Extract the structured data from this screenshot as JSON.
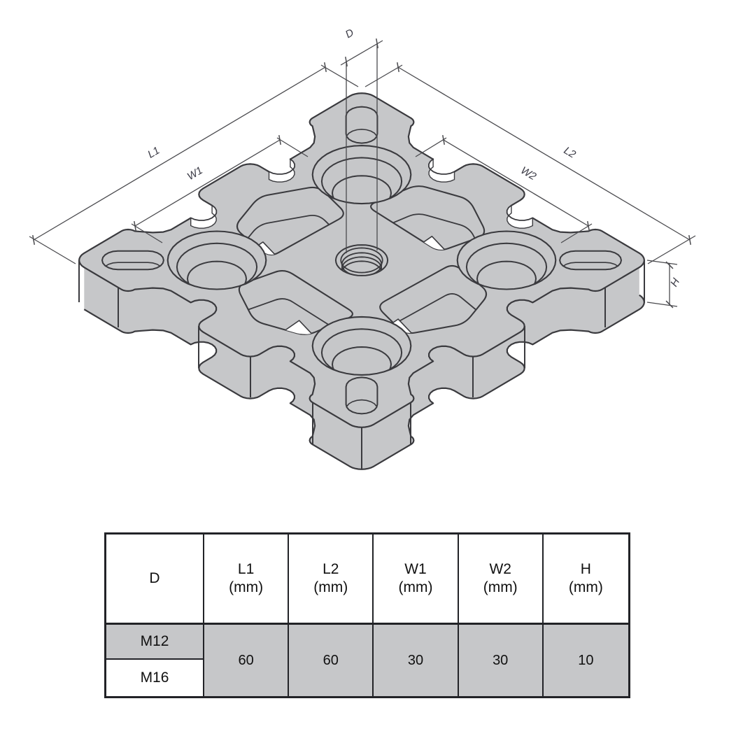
{
  "diagram": {
    "labels": {
      "d": "D",
      "l1": "L1",
      "w1": "W1",
      "l2": "L2",
      "w2": "W2",
      "h": "H"
    }
  },
  "table": {
    "header": [
      {
        "title": "D",
        "unit": ""
      },
      {
        "title": "L1",
        "unit": "(mm)"
      },
      {
        "title": "L2",
        "unit": "(mm)"
      },
      {
        "title": "W1",
        "unit": "(mm)"
      },
      {
        "title": "W2",
        "unit": "(mm)"
      },
      {
        "title": "H",
        "unit": "(mm)"
      }
    ],
    "size_rows": [
      "M12",
      "M16"
    ],
    "values": [
      "60",
      "60",
      "30",
      "30",
      "10"
    ]
  },
  "colors": {
    "plate_fill": "#c6c7c9",
    "line": "#3a3a3e",
    "dim": "#4a4a4e",
    "label": "#3b3b46",
    "table_border": "#222327",
    "table_gray": "#c6c7c9"
  }
}
